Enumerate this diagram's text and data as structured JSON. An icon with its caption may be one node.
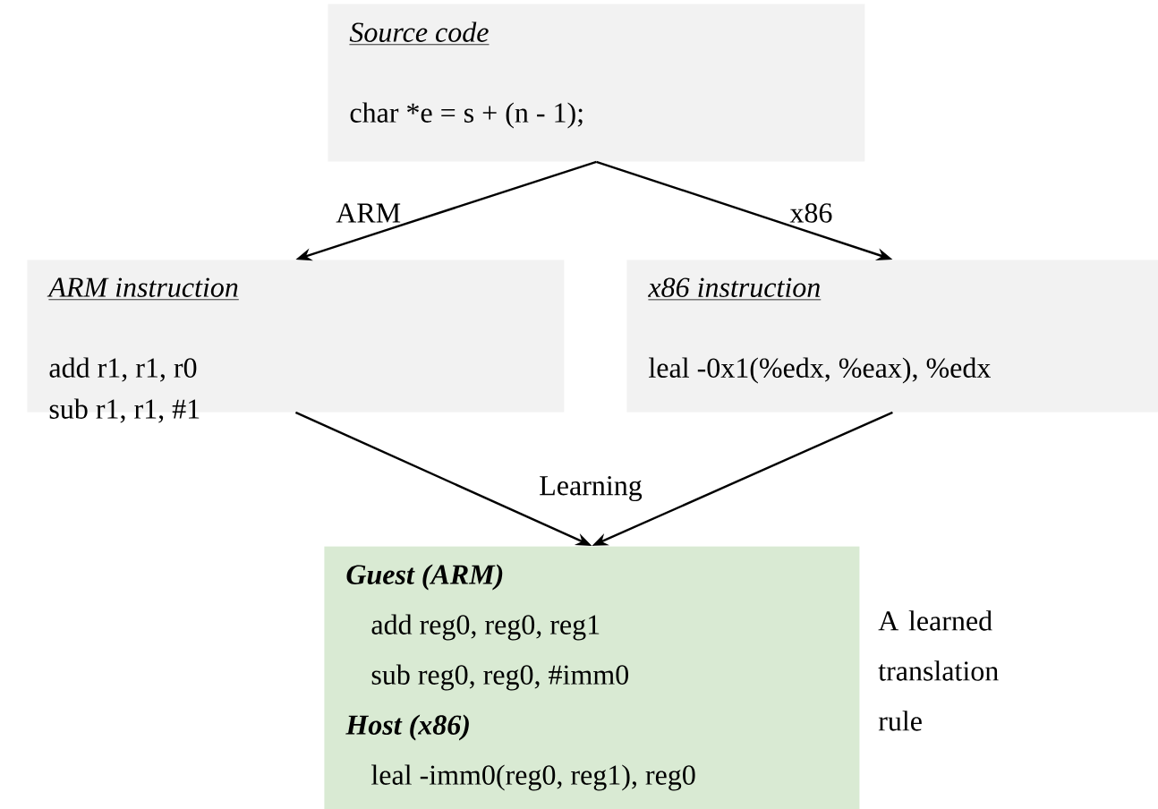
{
  "diagram": {
    "nodes": [
      {
        "text": [
          "Source code",
          "char *e = s + (n - 1);"
        ]
      },
      {
        "text": [
          "ARM instruction",
          "add r1, r1, r0",
          "sub r1, r1, #1"
        ]
      },
      {
        "text": [
          "x86 instruction",
          "leal -0x1(%edx, %eax), %edx"
        ]
      },
      {
        "text": [
          "Guest (ARM)",
          "add reg0, reg0, reg1",
          "sub reg0, reg0, #imm0",
          "Host (x86)",
          "leal -imm0(reg0, reg1), reg0"
        ],
        "beside": [
          "A learned translation rule"
        ]
      }
    ],
    "edges": [
      {
        "from": 0,
        "to": 1,
        "arrow": "to",
        "label": "ARM"
      },
      {
        "from": 0,
        "to": 2,
        "arrow": "to",
        "label": "x86"
      },
      {
        "from": 1,
        "to": 3,
        "arrow": "to"
      },
      {
        "from": 2,
        "to": 3,
        "arrow": "to"
      }
    ],
    "labels": [
      "Learning"
    ]
  }
}
